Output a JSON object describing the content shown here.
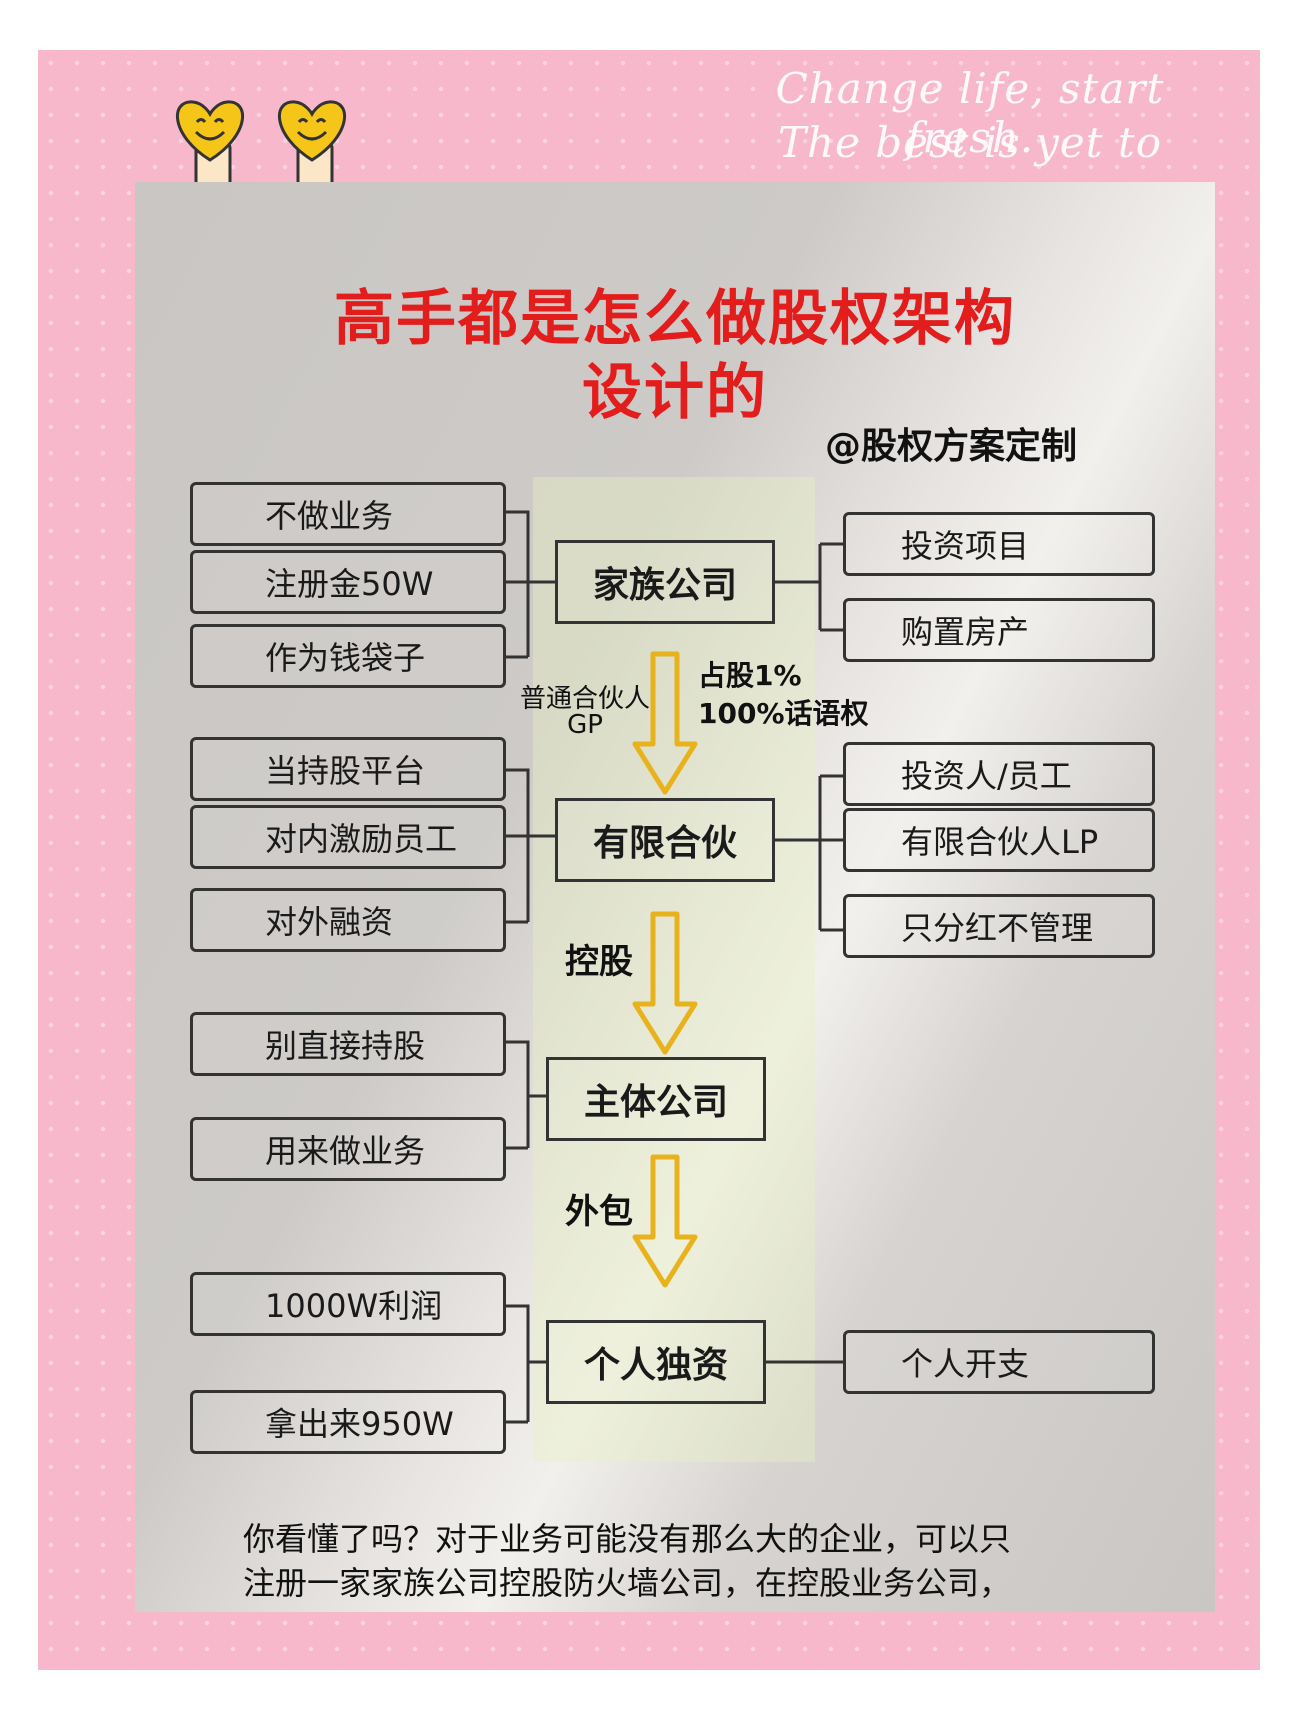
{
  "slogan": {
    "line1": "Change life, start fresh.",
    "line2": "The best is yet to come."
  },
  "title": {
    "line1": "高手都是怎么做股权架构",
    "line2": "设计的"
  },
  "author": "@股权方案定制",
  "tiers": {
    "family": {
      "name": "家族公司",
      "left": [
        "不做业务",
        "注册金50W",
        "作为钱袋子"
      ],
      "right": [
        "投资项目",
        "购置房产"
      ]
    },
    "partnership": {
      "name": "有限合伙",
      "left": [
        "当持股平台",
        "对内激励员工",
        "对外融资"
      ],
      "right": [
        "投资人/员工",
        "有限合伙人LP",
        "只分红不管理"
      ]
    },
    "main": {
      "name": "主体公司",
      "left": [
        "别直接持股",
        "用来做业务"
      ]
    },
    "sole": {
      "name": "个人独资",
      "left": [
        "1000W利润",
        "拿出来950W"
      ],
      "right": [
        "个人开支"
      ]
    }
  },
  "arrow_labels": {
    "gp_line1": "普通合伙人",
    "gp_line2": "GP",
    "share_line1": "占股1%",
    "share_line2": "100%话语权",
    "control": "控股",
    "outsource": "外包"
  },
  "note": {
    "line1": "你看懂了吗？对于业务可能没有那么大的企业，可以只",
    "line2": "注册一家家族公司控股防火墙公司，在控股业务公司，"
  },
  "colors": {
    "title": "#e31c1c",
    "frame": "#f7b8cc",
    "arrow": "#e8b21c"
  }
}
